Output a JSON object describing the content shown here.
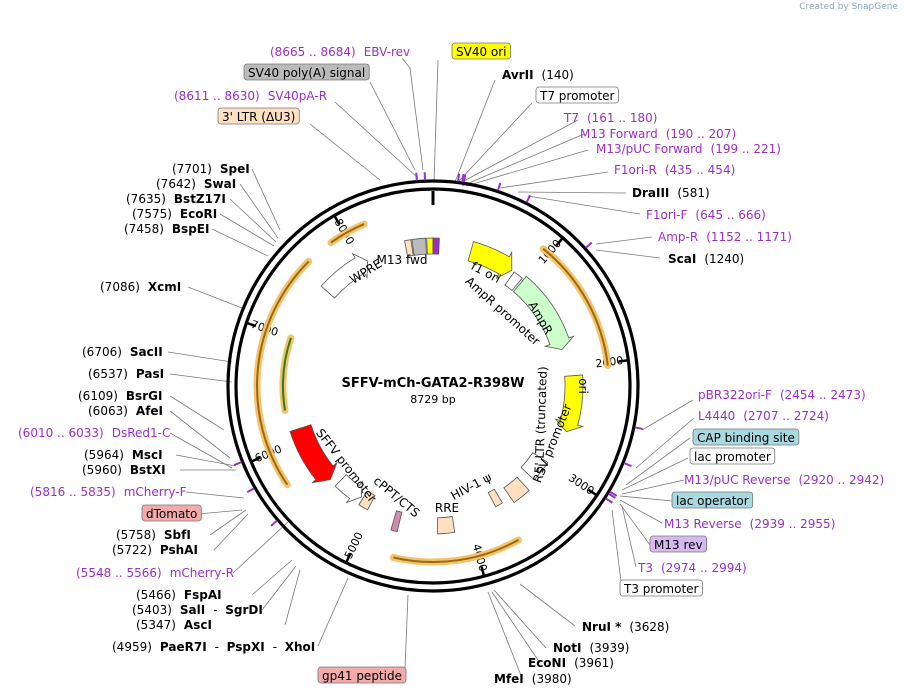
{
  "credit": {
    "prefix": "Created by",
    "brand": "SnapGene"
  },
  "plasmid": {
    "name": "SFFV-mCh-GATA2-R398W",
    "length": "8729 bp",
    "total": 8729
  },
  "colors": {
    "enzyme": "#000000",
    "primer": "#9b30c8",
    "backbone": "#000000",
    "orf_border": "#e49b1f",
    "yellow_feature": "#ffff00",
    "ampr": "#ccffcc",
    "sffv": "#ff0000",
    "ltr": "#ffe0c0",
    "gray": "#bbbbbb",
    "teal": "#a8d8e0",
    "lilac": "#d9b8f2",
    "pink": "#f2aaaa"
  },
  "ticks": [
    {
      "pos": 1000,
      "label": "1000"
    },
    {
      "pos": 2000,
      "label": "2000"
    },
    {
      "pos": 3000,
      "label": "3000"
    },
    {
      "pos": 4000,
      "label": "4000"
    },
    {
      "pos": 5000,
      "label": "5000"
    },
    {
      "pos": 6000,
      "label": "6000"
    },
    {
      "pos": 7000,
      "label": "7000"
    },
    {
      "pos": 8000,
      "label": "8000"
    }
  ],
  "labels": [
    {
      "id": "ebv-rev",
      "kind": "primer",
      "coord": "(8665 .. 8684)",
      "name": "EBV-rev",
      "pos": 8675
    },
    {
      "id": "sv40-ori",
      "kind": "box",
      "box": "yellow_feature",
      "name": "SV40 ori",
      "pos": 8700
    },
    {
      "id": "avrii",
      "kind": "enzyme",
      "name": "AvrII",
      "coord": "(140)",
      "pos": 140
    },
    {
      "id": "sv40-polya",
      "kind": "box",
      "box": "gray",
      "name": "SV40 poly(A) signal",
      "pos": 8560
    },
    {
      "id": "t7-promoter",
      "kind": "box",
      "box": "white",
      "name": "T7 promoter",
      "pos": 170
    },
    {
      "id": "sv40pa-r",
      "kind": "primer",
      "coord": "(8611 .. 8630)",
      "name": "SV40pA-R",
      "pos": 8620
    },
    {
      "id": "t7",
      "kind": "primer",
      "name": "T7",
      "coord": "(161 .. 180)",
      "pos": 170
    },
    {
      "id": "ltr3",
      "kind": "box",
      "box": "ltr",
      "name": "3' LTR (ΔU3)",
      "pos": 8380
    },
    {
      "id": "m13-forward",
      "kind": "primer",
      "name": "M13 Forward",
      "coord": "(190 .. 207)",
      "pos": 198
    },
    {
      "id": "m13puc-forward",
      "kind": "primer",
      "name": "M13/pUC Forward",
      "coord": "(199 .. 221)",
      "pos": 210
    },
    {
      "id": "f1ori-r",
      "kind": "primer",
      "name": "F1ori-R",
      "coord": "(435 .. 454)",
      "pos": 445
    },
    {
      "id": "speI",
      "kind": "enzyme",
      "coord": "(7701)",
      "name": "SpeI",
      "pos": 7701
    },
    {
      "id": "draiii",
      "kind": "enzyme",
      "name": "DraIII",
      "coord": "(581)",
      "pos": 581
    },
    {
      "id": "swaI",
      "kind": "enzyme",
      "coord": "(7642)",
      "name": "SwaI",
      "pos": 7642
    },
    {
      "id": "bstz17i",
      "kind": "enzyme",
      "coord": "(7635)",
      "name": "BstZ17I",
      "pos": 7635
    },
    {
      "id": "f1ori-f",
      "kind": "primer",
      "name": "F1ori-F",
      "coord": "(645 .. 666)",
      "pos": 655
    },
    {
      "id": "ecori",
      "kind": "enzyme",
      "coord": "(7575)",
      "name": "EcoRI",
      "pos": 7575
    },
    {
      "id": "bspei",
      "kind": "enzyme",
      "coord": "(7458)",
      "name": "BspEI",
      "pos": 7458
    },
    {
      "id": "amp-r",
      "kind": "primer",
      "name": "Amp-R",
      "coord": "(1152 .. 1171)",
      "pos": 1161
    },
    {
      "id": "scai",
      "kind": "enzyme",
      "name": "ScaI",
      "coord": "(1240)",
      "pos": 1240
    },
    {
      "id": "xcmi",
      "kind": "enzyme",
      "coord": "(7086)",
      "name": "XcmI",
      "pos": 7086
    },
    {
      "id": "sacii",
      "kind": "enzyme",
      "coord": "(6706)",
      "name": "SacII",
      "pos": 6706
    },
    {
      "id": "pasi",
      "kind": "enzyme",
      "coord": "(6537)",
      "name": "PasI",
      "pos": 6537
    },
    {
      "id": "pbr322ori-f",
      "kind": "primer",
      "name": "pBR322ori-F",
      "coord": "(2454 .. 2473)",
      "pos": 2463
    },
    {
      "id": "bsrgi",
      "kind": "enzyme",
      "coord": "(6109)",
      "name": "BsrGI",
      "pos": 6109
    },
    {
      "id": "afei",
      "kind": "enzyme",
      "coord": "(6063)",
      "name": "AfeI",
      "pos": 6063
    },
    {
      "id": "l4440",
      "kind": "primer",
      "name": "L4440",
      "coord": "(2707 .. 2724)",
      "pos": 2715
    },
    {
      "id": "dsred1-c",
      "kind": "primer",
      "coord": "(6010 .. 6033)",
      "name": "DsRed1-C",
      "pos": 6021
    },
    {
      "id": "cap",
      "kind": "box",
      "box": "teal",
      "name": "CAP binding site",
      "pos": 2880
    },
    {
      "id": "msci",
      "kind": "enzyme",
      "coord": "(5964)",
      "name": "MscI",
      "pos": 5964
    },
    {
      "id": "lac-promoter",
      "kind": "box",
      "box": "white",
      "name": "lac promoter",
      "pos": 2905
    },
    {
      "id": "bstxi",
      "kind": "enzyme",
      "coord": "(5960)",
      "name": "BstXI",
      "pos": 5960
    },
    {
      "id": "m13puc-reverse",
      "kind": "primer",
      "name": "M13/pUC Reverse",
      "coord": "(2920 .. 2942)",
      "pos": 2931
    },
    {
      "id": "mcherry-f",
      "kind": "primer",
      "coord": "(5816 .. 5835)",
      "name": "mCherry-F",
      "pos": 5825
    },
    {
      "id": "lac-operator",
      "kind": "box",
      "box": "teal",
      "name": "lac operator",
      "pos": 2950
    },
    {
      "id": "dtomato",
      "kind": "box",
      "box": "pink",
      "name": "dTomato",
      "pos": 5760
    },
    {
      "id": "m13-reverse",
      "kind": "primer",
      "name": "M13 Reverse",
      "coord": "(2939 .. 2955)",
      "pos": 2947
    },
    {
      "id": "sbfi",
      "kind": "enzyme",
      "coord": "(5758)",
      "name": "SbfI",
      "pos": 5758
    },
    {
      "id": "m13-rev",
      "kind": "box",
      "box": "lilac",
      "name": "M13 rev",
      "pos": 2960
    },
    {
      "id": "pshai",
      "kind": "enzyme",
      "coord": "(5722)",
      "name": "PshAI",
      "pos": 5722
    },
    {
      "id": "t3",
      "kind": "primer",
      "name": "T3",
      "coord": "(2974 .. 2994)",
      "pos": 2984
    },
    {
      "id": "mcherry-r",
      "kind": "primer",
      "coord": "(5548 .. 5566)",
      "name": "mCherry-R",
      "pos": 5557
    },
    {
      "id": "t3-promoter",
      "kind": "box",
      "box": "white",
      "name": "T3 promoter",
      "pos": 2990
    },
    {
      "id": "fspai",
      "kind": "enzyme",
      "coord": "(5466)",
      "name": "FspAI",
      "pos": 5466
    },
    {
      "id": "sali",
      "kind": "enzyme",
      "coord": "(5403)",
      "name": "SalI",
      "extra": "SgrDI",
      "pos": 5403
    },
    {
      "id": "asci",
      "kind": "enzyme",
      "coord": "(5347)",
      "name": "AscI",
      "pos": 5347
    },
    {
      "id": "nrui",
      "kind": "enzyme",
      "name": "NruI *",
      "coord": "(3628)",
      "pos": 3628
    },
    {
      "id": "paer7i",
      "kind": "enzyme",
      "coord": "(4959)",
      "name": "PaeR7I",
      "extra": "PspXI",
      "extra2": "XhoI",
      "pos": 4959
    },
    {
      "id": "noti",
      "kind": "enzyme",
      "name": "NotI",
      "coord": "(3939)",
      "pos": 3939
    },
    {
      "id": "econi",
      "kind": "enzyme",
      "name": "EcoNI",
      "coord": "(3961)",
      "pos": 3961
    },
    {
      "id": "gp41",
      "kind": "box",
      "box": "pink",
      "name": "gp41 peptide",
      "pos": 4750
    },
    {
      "id": "mfei",
      "kind": "enzyme",
      "name": "MfeI",
      "coord": "(3980)",
      "pos": 3980
    }
  ],
  "inner_features": [
    {
      "id": "m13fwd",
      "name": "M13 fwd",
      "pos": 198
    },
    {
      "id": "f1ori",
      "name": "f1 ori",
      "pos": 450
    },
    {
      "id": "ampr-promoter",
      "name": "AmpR promoter",
      "pos": 1040
    },
    {
      "id": "ampr",
      "name": "AmpR",
      "pos": 1450
    },
    {
      "id": "ori",
      "name": "ori",
      "pos": 2330
    },
    {
      "id": "ltr5",
      "name": "5' LTR (truncated)",
      "pos": 3180
    },
    {
      "id": "rsv-promoter",
      "name": "RSV promoter",
      "pos": 3100
    },
    {
      "id": "hiv-psi",
      "name": "HIV-1 ψ",
      "pos": 3650
    },
    {
      "id": "rre",
      "name": "RRE",
      "pos": 4200
    },
    {
      "id": "cppt",
      "name": "cPPT/CTS",
      "pos": 4750
    },
    {
      "id": "sffv-promoter",
      "name": "SFFV promoter",
      "pos": 5500
    },
    {
      "id": "wpre",
      "name": "WPRE",
      "pos": 8100
    }
  ]
}
